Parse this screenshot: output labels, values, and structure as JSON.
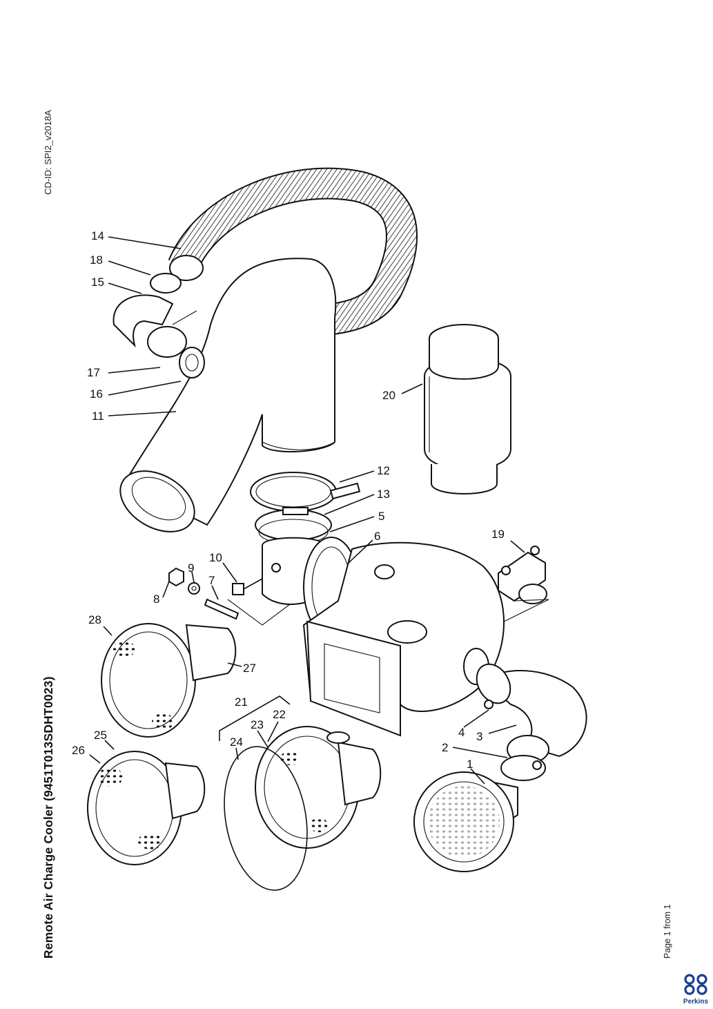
{
  "document": {
    "cd_id": "CD-ID: SPI2_v2018A",
    "title": "Remote Air Charge Cooler (9451T013SDHT0023)",
    "page_info": "Page 1 from 1",
    "brand": "Perkins"
  },
  "callouts": [
    "1",
    "2",
    "3",
    "4",
    "5",
    "6",
    "7",
    "8",
    "9",
    "10",
    "11",
    "12",
    "13",
    "14",
    "15",
    "16",
    "17",
    "18",
    "19",
    "20",
    "21",
    "22",
    "23",
    "24",
    "25",
    "26",
    "27",
    "28"
  ],
  "colors": {
    "brand_blue": "#1b3f8f",
    "line": "#111111"
  }
}
